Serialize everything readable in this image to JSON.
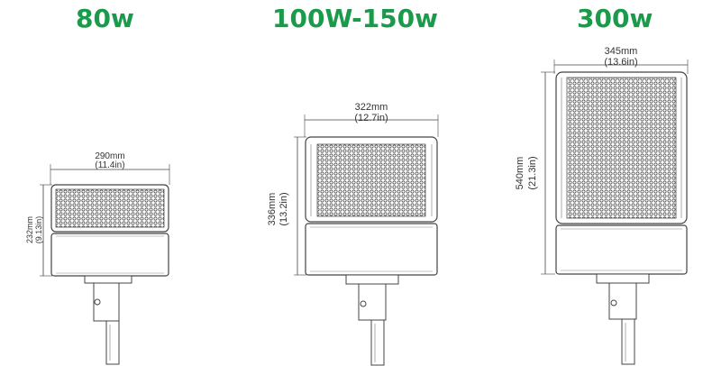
{
  "colors": {
    "heading": "#1a9a4a",
    "line": "#444444",
    "fixture_fill": "#ffffff"
  },
  "fixtures": [
    {
      "heading": "80w",
      "width_mm": "290mm",
      "width_in": "(11.4in)",
      "height_mm": "232mm",
      "height_in": "(9.13in)"
    },
    {
      "heading": "100W-150w",
      "width_mm": "322mm",
      "width_in": "(12.7in)",
      "height_mm": "336mm",
      "height_in": "(13.2in)"
    },
    {
      "heading": "300w",
      "width_mm": "345mm",
      "width_in": "(13.6in)",
      "height_mm": "540mm",
      "height_in": "(21.3in)"
    }
  ]
}
